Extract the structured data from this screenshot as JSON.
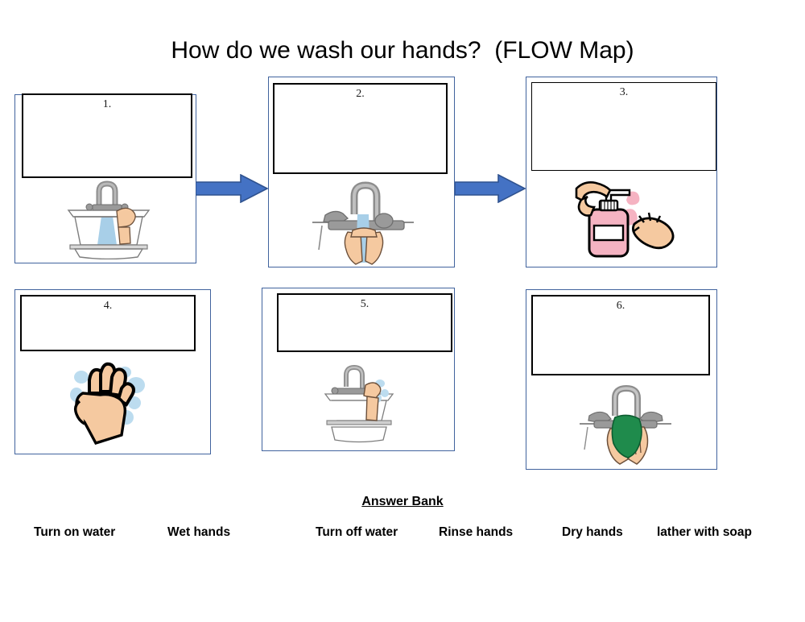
{
  "title": "How do we wash our hands?  (FLOW Map)",
  "colors": {
    "arrow_blue": "#4472c4",
    "arrow_blue_outline": "#2f528f",
    "panel_border": "#3c5a78",
    "panel_border_blue": "#41639e",
    "answer_box_border": "#000000",
    "skin": "#f5c9a0",
    "soap_pink": "#f5b3c2",
    "water_blue": "#a8cfe8",
    "bubble_blue": "#bcdcef",
    "towel_green": "#1f8b4c",
    "metal_gray": "#9a9a9a",
    "background": "#ffffff"
  },
  "flow": {
    "panels": [
      {
        "number": "1.",
        "answer": "",
        "image_name": "sink-running-water-with-hand",
        "alt": "Hand reaching into a sink with water running from the faucet"
      },
      {
        "number": "2.",
        "answer": "",
        "image_name": "hands-under-faucet-water",
        "alt": "Two hands held under running water from a faucet"
      },
      {
        "number": "3.",
        "answer": "",
        "image_name": "soap-dispenser-pump-into-hand",
        "alt": "A hand pumping pink soap from a dispenser into an open palm"
      },
      {
        "number": "4.",
        "answer": "",
        "image_name": "hands-lathering-with-bubbles",
        "alt": "Two hands rubbing together with soap bubbles"
      },
      {
        "number": "5.",
        "answer": "",
        "image_name": "hand-turning-off-faucet",
        "alt": "A hand turning off the faucet handle at a sink"
      },
      {
        "number": "6.",
        "answer": "",
        "image_name": "hands-drying-with-green-towel",
        "alt": "Hands being dried with a green towel at a sink"
      }
    ],
    "arrows": [
      {
        "name": "arrow-panel1-to-panel2",
        "direction": "right"
      },
      {
        "name": "arrow-panel2-to-panel3",
        "direction": "right"
      }
    ]
  },
  "answer_bank": {
    "heading": "Answer Bank",
    "words": [
      "Turn on water",
      "Wet hands",
      "Turn off water",
      "Rinse hands",
      "Dry hands",
      "lather with soap"
    ]
  }
}
